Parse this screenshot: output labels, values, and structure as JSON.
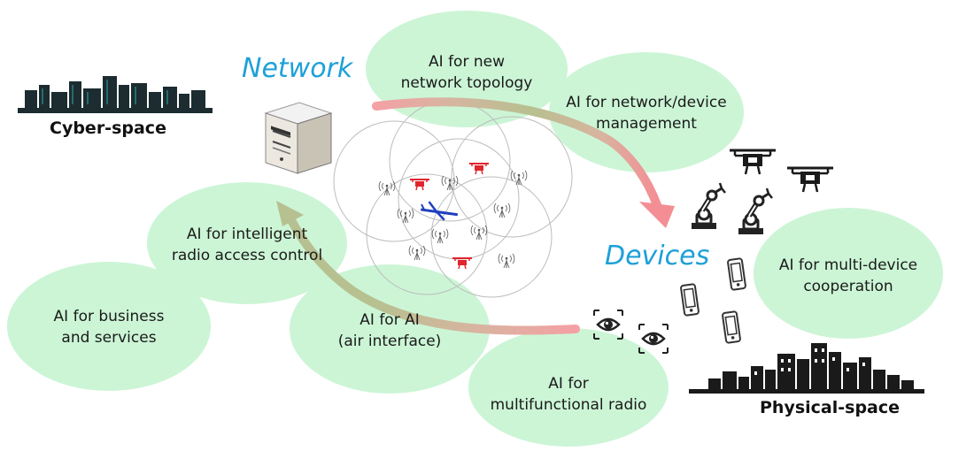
{
  "titles": {
    "network": "Network",
    "devices": "Devices"
  },
  "spaces": {
    "cyber": "Cyber-space",
    "physical": "Physical-space"
  },
  "bubbles": {
    "new_topology": [
      "AI for new",
      "network topology"
    ],
    "net_device_mgmt": [
      "AI for network/device",
      "management"
    ],
    "multi_device": [
      "AI for multi-device",
      "cooperation"
    ],
    "radio_access": [
      "AI for intelligent",
      "radio access control"
    ],
    "business": [
      "AI for business",
      "and services"
    ],
    "air_interface": [
      "AI for AI",
      "(air interface)"
    ],
    "multifunctional": [
      "AI for",
      "multifunctional radio"
    ]
  },
  "colors": {
    "bubble_fill": "#ccf5d6",
    "title_blue": "#1ea0d8",
    "arrow_pink": "#f4a0a4",
    "arrow_olive": "#b7c090",
    "drone_red": "#e0252c",
    "drone_blue": "#1f3fbf"
  },
  "icons": [
    "server-icon",
    "drone-icon",
    "robot-arm-icon",
    "smartphone-icon",
    "eye-sensor-icon",
    "antenna-icon",
    "airplane-icon",
    "city-skyline-icon"
  ]
}
